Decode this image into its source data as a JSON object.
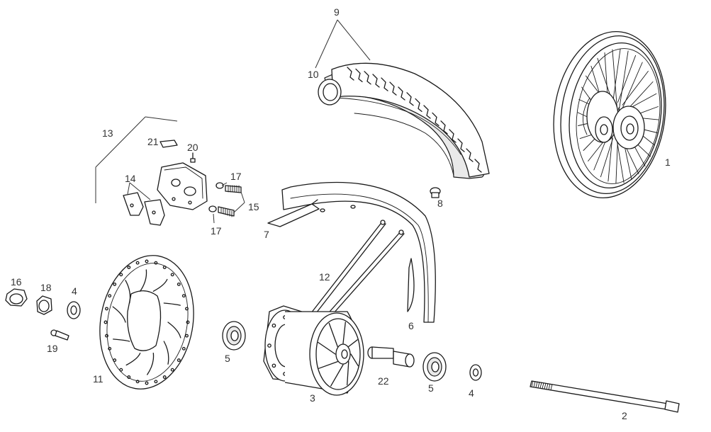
{
  "diagram": {
    "labels": {
      "p1": "1",
      "p2": "2",
      "p3": "3",
      "p4a": "4",
      "p4b": "4",
      "p5a": "5",
      "p5b": "5",
      "p6": "6",
      "p7": "7",
      "p8": "8",
      "p9": "9",
      "p10": "10",
      "p11": "11",
      "p12": "12",
      "p13": "13",
      "p14": "14",
      "p15": "15",
      "p16": "16",
      "p17a": "17",
      "p17b": "17",
      "p18": "18",
      "p19": "19",
      "p20": "20",
      "p21": "21",
      "p22": "22"
    }
  }
}
